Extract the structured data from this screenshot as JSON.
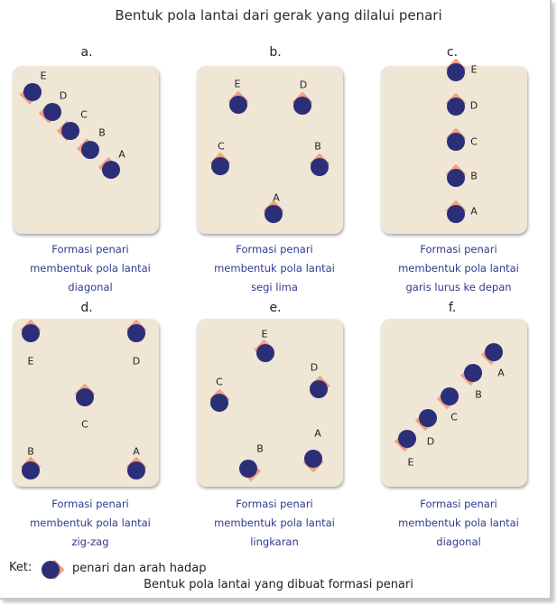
{
  "title": "Bentuk pola lantai dari gerak yang dilalui penari",
  "panels": [
    {
      "letter": "a.",
      "caption": [
        "Formasi penari",
        "membentuk pola lantai",
        "diagonal"
      ],
      "labels": [
        "A",
        "B",
        "C",
        "D",
        "E"
      ]
    },
    {
      "letter": "b.",
      "caption": [
        "Formasi penari",
        "membentuk pola lantai",
        "segi lima"
      ],
      "labels": [
        "A",
        "B",
        "C",
        "D",
        "E"
      ]
    },
    {
      "letter": "c.",
      "caption": [
        "Formasi penari",
        "membentuk pola lantai",
        "garis lurus ke depan"
      ],
      "labels": [
        "A",
        "B",
        "C",
        "D",
        "E"
      ]
    },
    {
      "letter": "d.",
      "caption": [
        "Formasi penari",
        "membentuk pola lantai",
        "zig-zag"
      ],
      "labels": [
        "A",
        "B",
        "C",
        "D",
        "E"
      ]
    },
    {
      "letter": "e.",
      "caption": [
        "Formasi penari",
        "membentuk pola lantai",
        "lingkaran"
      ],
      "labels": [
        "A",
        "B",
        "C",
        "D",
        "E"
      ]
    },
    {
      "letter": "f.",
      "caption": [
        "Formasi penari",
        "membentuk pola lantai",
        "diagonal"
      ],
      "labels": [
        "A",
        "B",
        "C",
        "D",
        "E"
      ]
    }
  ],
  "legend": {
    "prefix": "Ket:",
    "text": "penari dan arah hadap"
  },
  "footer": "Bentuk pola lantai yang dibuat formasi penari",
  "colors": {
    "dancer": "#2a2f78",
    "arrow": "#f2a07f",
    "card": "#efe6d6",
    "caption": "#2f3b8c"
  }
}
